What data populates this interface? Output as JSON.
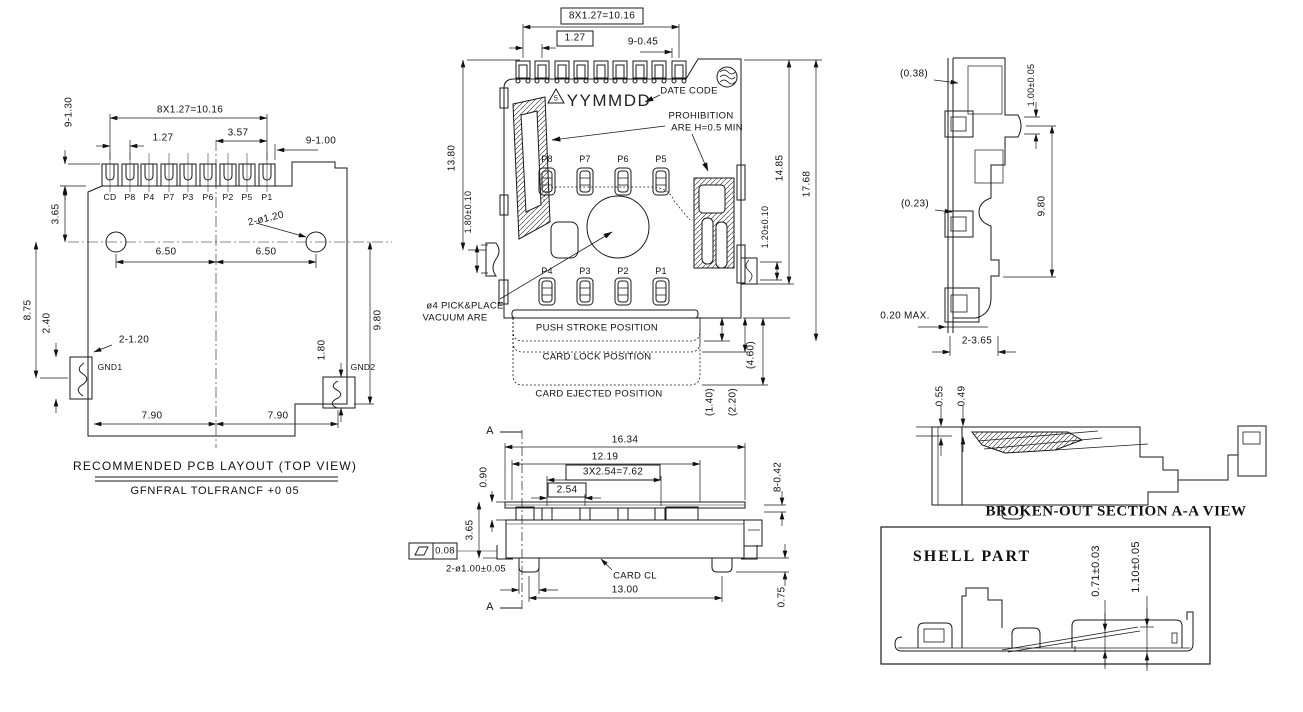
{
  "pcb_layout": {
    "title": "RECOMMENDED PCB LAYOUT (TOP VIEW)",
    "subtitle": "GFNFRAL TOLFRANCF +0 05",
    "pad_labels": [
      "CD",
      "P8",
      "P4",
      "P7",
      "P3",
      "P6",
      "P2",
      "P5",
      "P1"
    ],
    "gnd1": "GND1",
    "gnd2": "GND2",
    "dims": {
      "pad_row_pitch": "8X1.27=10.16",
      "pad_pitch": "1.27",
      "d357": "3.57",
      "pad_width": "9-1.00",
      "pad_height": "9-1.30",
      "d365": "3.65",
      "holes": "2-ø1.20",
      "d650a": "6.50",
      "d650b": "6.50",
      "d875": "8.75",
      "d240": "2.40",
      "gnd_width": "2-1.20",
      "d180": "1.80",
      "d980": "9.80",
      "d790a": "7.90",
      "d790b": "7.90"
    }
  },
  "top_view": {
    "pitch_boxed": "8X1.27=10.16",
    "pin_pitch_boxed": "1.27",
    "pin_width": "9-0.45",
    "rev_triangle": "5",
    "date_code_value": "YYMMDD",
    "date_code_label": "DATE CODE",
    "prohibition_line1": "PROHIBITION",
    "prohibition_line2": "ARE H=0.5 MIN",
    "pins_top": [
      "P8",
      "P7",
      "P6",
      "P5"
    ],
    "pins_bottom": [
      "P4",
      "P3",
      "P2",
      "P1"
    ],
    "pick_place_line1": "ø4 PICK&PLACE",
    "pick_place_line2": "VACUUM ARE",
    "positions": {
      "push": "PUSH STROKE POSITION",
      "lock": "CARD LOCK POSITION",
      "ejected": "CARD EJECTED POSITION"
    },
    "dims": {
      "d1380": "13.80",
      "d180": "1.80±0.10",
      "d1485": "14.85",
      "d1768": "17.68",
      "d120": "1.20±0.10",
      "d460": "(4.60)",
      "d140": "(1.40)",
      "d220": "(2.20)"
    }
  },
  "front_view": {
    "section_label": "A",
    "card_cl": "CARD CL",
    "dims": {
      "d1634": "16.34",
      "d1219": "12.19",
      "pitch3": "3X2.54=7.62",
      "d254": "2.54",
      "d090": "0.90",
      "d365": "3.65",
      "flatness": "0.08",
      "holes": "2-ø1.00±0.05",
      "d1300": "13.00",
      "d8042": "8-0.42",
      "d075": "0.75"
    }
  },
  "side_view": {
    "dims": {
      "d038": "(0.38)",
      "d100": "1.00±0.05",
      "d023": "(0.23)",
      "d980": "9.80",
      "d020": "0.20 MAX.",
      "d2365": "2-3.65"
    }
  },
  "section_view": {
    "title": "BROKEN-OUT SECTION A-A VIEW",
    "dims": {
      "d055": "0.55",
      "d049": "0.49"
    }
  },
  "shell_part": {
    "title": "SHELL PART",
    "dims": {
      "d071": "0.71±0.03",
      "d110": "1.10±0.05"
    }
  }
}
